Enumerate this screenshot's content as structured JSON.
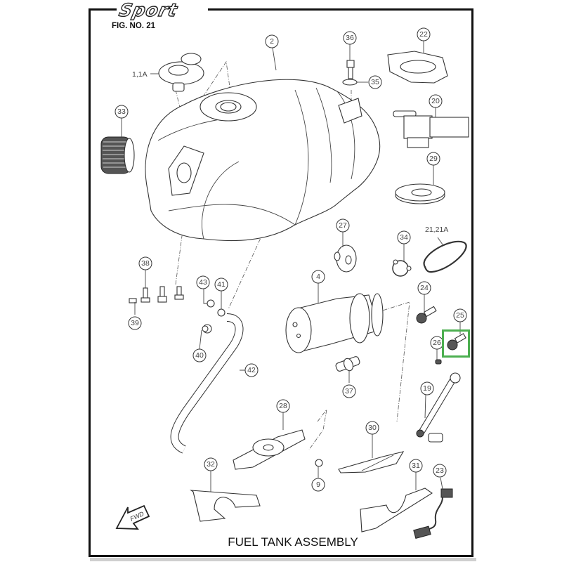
{
  "header": {
    "logo_text": "Sport",
    "figure_number": "FIG. NO. 21"
  },
  "footer": {
    "title": "FUEL TANK ASSEMBLY"
  },
  "direction_marker": {
    "icon": "fwd-arrow-icon",
    "label": "FWD"
  },
  "highlight": {
    "target_part": "25",
    "color": "#4caf50"
  },
  "callouts": [
    {
      "id": "p2",
      "label": "2",
      "part": "fuel tank"
    },
    {
      "id": "p1",
      "label": "1,1A",
      "part": "fuel cap"
    },
    {
      "id": "p36",
      "label": "36",
      "part": "bolt"
    },
    {
      "id": "p35",
      "label": "35",
      "part": "washer"
    },
    {
      "id": "p22",
      "label": "22",
      "part": "gasket plate"
    },
    {
      "id": "p20",
      "label": "20",
      "part": "fuel level sender"
    },
    {
      "id": "p33",
      "label": "33",
      "part": "rubber damper"
    },
    {
      "id": "p29",
      "label": "29",
      "part": "mounting ring"
    },
    {
      "id": "p27",
      "label": "27",
      "part": "grommet"
    },
    {
      "id": "p34",
      "label": "34",
      "part": "hose clamp"
    },
    {
      "id": "p21",
      "label": "21,21A",
      "part": "o-ring"
    },
    {
      "id": "p38",
      "label": "38",
      "part": "bolt"
    },
    {
      "id": "p39",
      "label": "39",
      "part": "clip nut"
    },
    {
      "id": "p43",
      "label": "43",
      "part": "nut"
    },
    {
      "id": "p41",
      "label": "41",
      "part": "clamp"
    },
    {
      "id": "p40",
      "label": "40",
      "part": "clamp"
    },
    {
      "id": "p4",
      "label": "4",
      "part": "fuel pump"
    },
    {
      "id": "p24",
      "label": "24",
      "part": "screw"
    },
    {
      "id": "p25",
      "label": "25",
      "part": "screw"
    },
    {
      "id": "p26",
      "label": "26",
      "part": "nut"
    },
    {
      "id": "p42",
      "label": "42",
      "part": "fuel hose"
    },
    {
      "id": "p37",
      "label": "37",
      "part": "fuel filter"
    },
    {
      "id": "p19",
      "label": "19",
      "part": "fuel pipe"
    },
    {
      "id": "p28",
      "label": "28",
      "part": "cushion pad"
    },
    {
      "id": "p30",
      "label": "30",
      "part": "heat shield"
    },
    {
      "id": "p32",
      "label": "32",
      "part": "insulator plate"
    },
    {
      "id": "p9",
      "label": "9",
      "part": "hose clip"
    },
    {
      "id": "p31",
      "label": "31",
      "part": "insulator plate"
    },
    {
      "id": "p23",
      "label": "23",
      "part": "wiring harness"
    }
  ]
}
